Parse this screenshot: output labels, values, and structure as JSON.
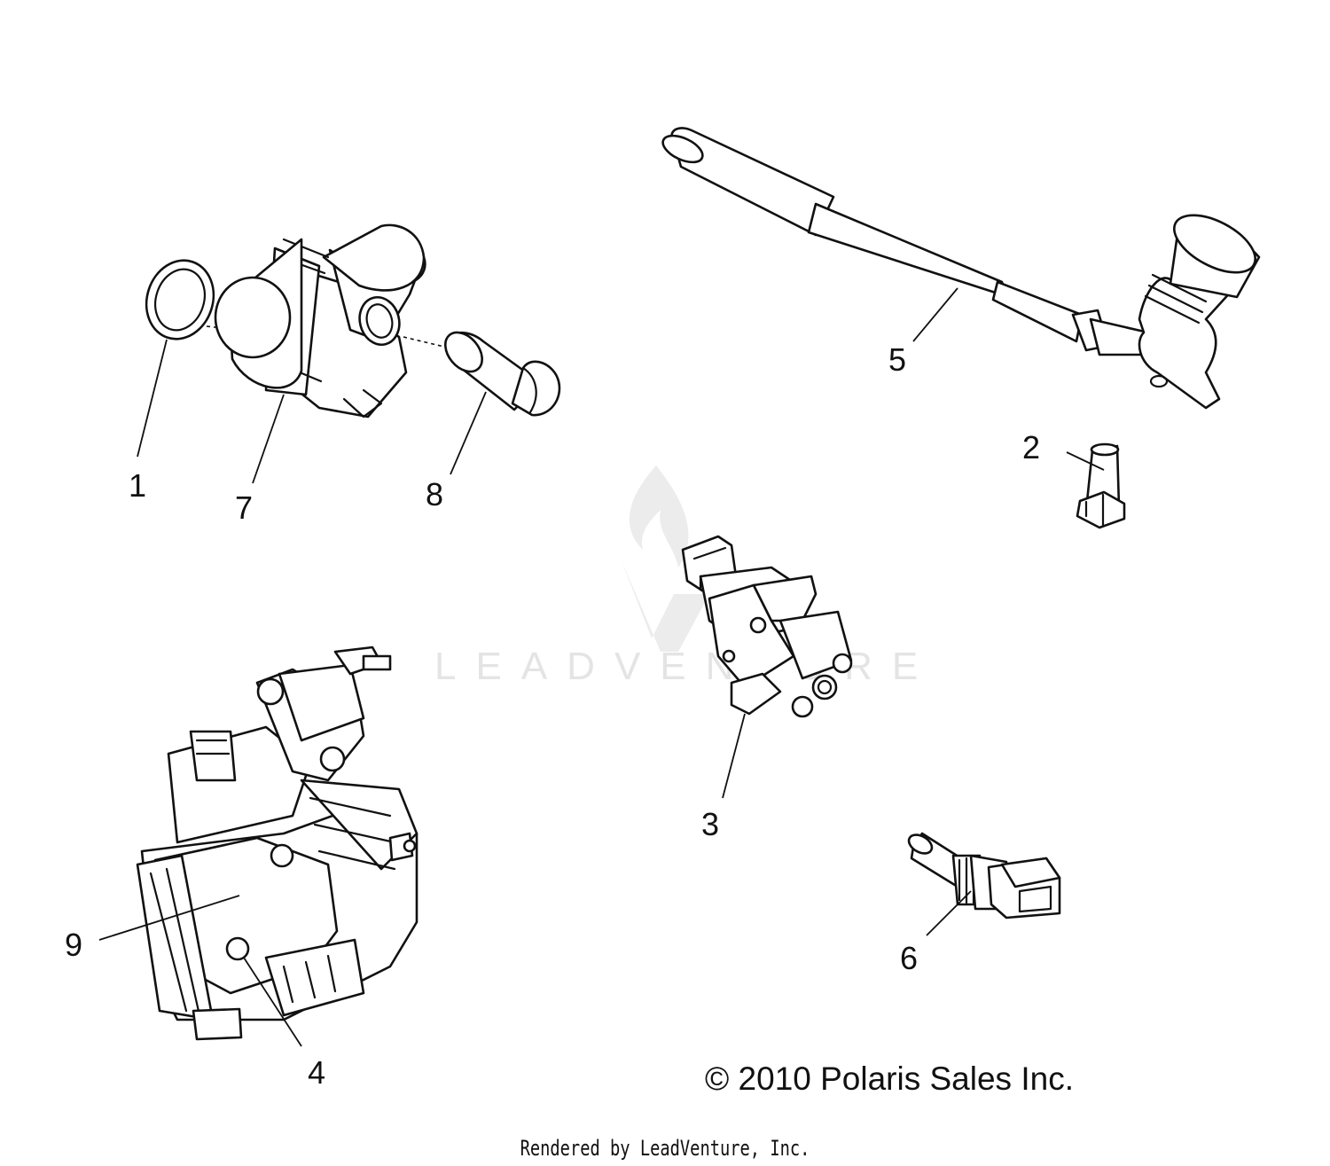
{
  "watermark": {
    "text": "LEADVENTURE"
  },
  "parts": [
    {
      "id": "part-1",
      "label": "1"
    },
    {
      "id": "part-2",
      "label": "2"
    },
    {
      "id": "part-3",
      "label": "3"
    },
    {
      "id": "part-4",
      "label": "4"
    },
    {
      "id": "part-5",
      "label": "5"
    },
    {
      "id": "part-6",
      "label": "6"
    },
    {
      "id": "part-7",
      "label": "7"
    },
    {
      "id": "part-8",
      "label": "8"
    },
    {
      "id": "part-9",
      "label": "9"
    }
  ],
  "copyright": "© 2010 Polaris Sales Inc.",
  "footer": "Rendered by LeadVenture, Inc."
}
